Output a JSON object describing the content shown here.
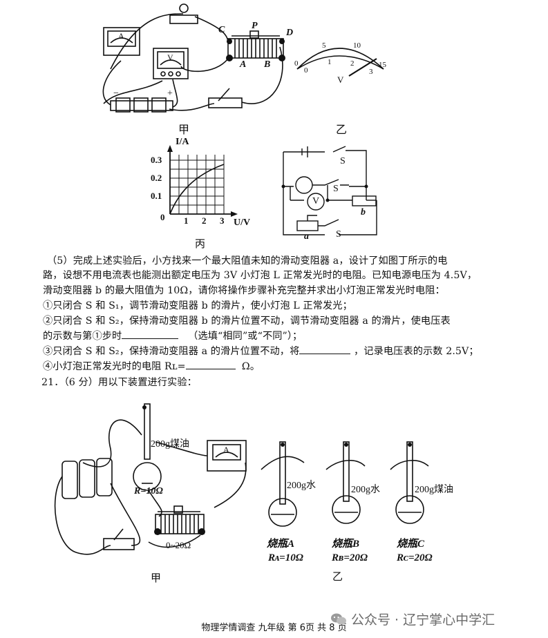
{
  "fig_top": {
    "jia": "甲",
    "yi": "乙",
    "bing": "丙",
    "rheostat": {
      "C": "C",
      "P": "P",
      "D": "D",
      "A": "A",
      "B": "B"
    },
    "meter_A": "A",
    "meter_V": "V",
    "dial": {
      "t0": "0",
      "t5": "5",
      "t10": "10",
      "t15": "15",
      "b0": "0",
      "b1": "1",
      "b2": "2",
      "b3": "3",
      "unit": "V"
    },
    "minus": "−",
    "plus": "+"
  },
  "graph": {
    "ylabel": "I/A",
    "xlabel": "U/V",
    "origin": "0",
    "yticks": [
      "0.3",
      "0.2",
      "0.1"
    ],
    "xticks": [
      "1",
      "2",
      "3"
    ]
  },
  "circuit_ding": {
    "S_top": "S",
    "S_mid": "S",
    "V": "V",
    "b": "b",
    "a": "a",
    "S_bot": "S"
  },
  "q20_5": {
    "line1": "（5）完成上述实验后，小方找来一个最大阻值未知的滑动变阻器 a，设计了如图丁所示的电",
    "line2": "路，设想不用电流表也能测出额定电压为 3V 小灯泡 L 正常发光时的电阻。已知电源电压为 4.5V，",
    "line3": "滑动变阻器 b 的最大阻值为 10Ω，请你将操作步骤补充完整并求出小灯泡正常发光时电阻：",
    "step1": "①只闭合 S 和 S₁，调节滑动变阻器 b 的滑片，使小灯泡 L 正常发光；",
    "step2a": "②只闭合 S 和 S₂，保持滑动变阻器 b 的滑片位置不动，调节滑动变阻器 a 的滑片，使电压表",
    "step2b_pre": "的示数与第①步时",
    "step2b_post": "（选填“相同”或“不同”）；",
    "step3_pre": "③只闭合 S 和 S₂，保持滑动变阻器 a 的滑片位置不动，将",
    "step3_post": "，记录电压表的示数 2.5V；",
    "step4_pre": "④小灯泡正常发光时的电阻 Rʟ=",
    "step4_post": "Ω。"
  },
  "q21": {
    "title": "21．（6 分）用以下装置进行实验："
  },
  "fig_bottom": {
    "flask_main": "200g煤油",
    "R_main": "R=10Ω",
    "rheo": "0~20Ω",
    "jia": "甲",
    "yi": "乙",
    "A_liquid": "200g水",
    "A_name": "烧瓶A",
    "A_R": "Rᴀ=10Ω",
    "B_liquid": "200g水",
    "B_name": "烧瓶B",
    "B_R": "Rʙ=20Ω",
    "C_liquid": "200g煤油",
    "C_name": "烧瓶C",
    "C_R": "Rᴄ=20Ω",
    "meter": "A"
  },
  "footer": {
    "text": "物理学情调查    九年级    第 6页    共 8 页"
  },
  "watermark": {
    "text": "公众号 · 辽宁掌心中学汇",
    "icon": "wechat-icon"
  }
}
